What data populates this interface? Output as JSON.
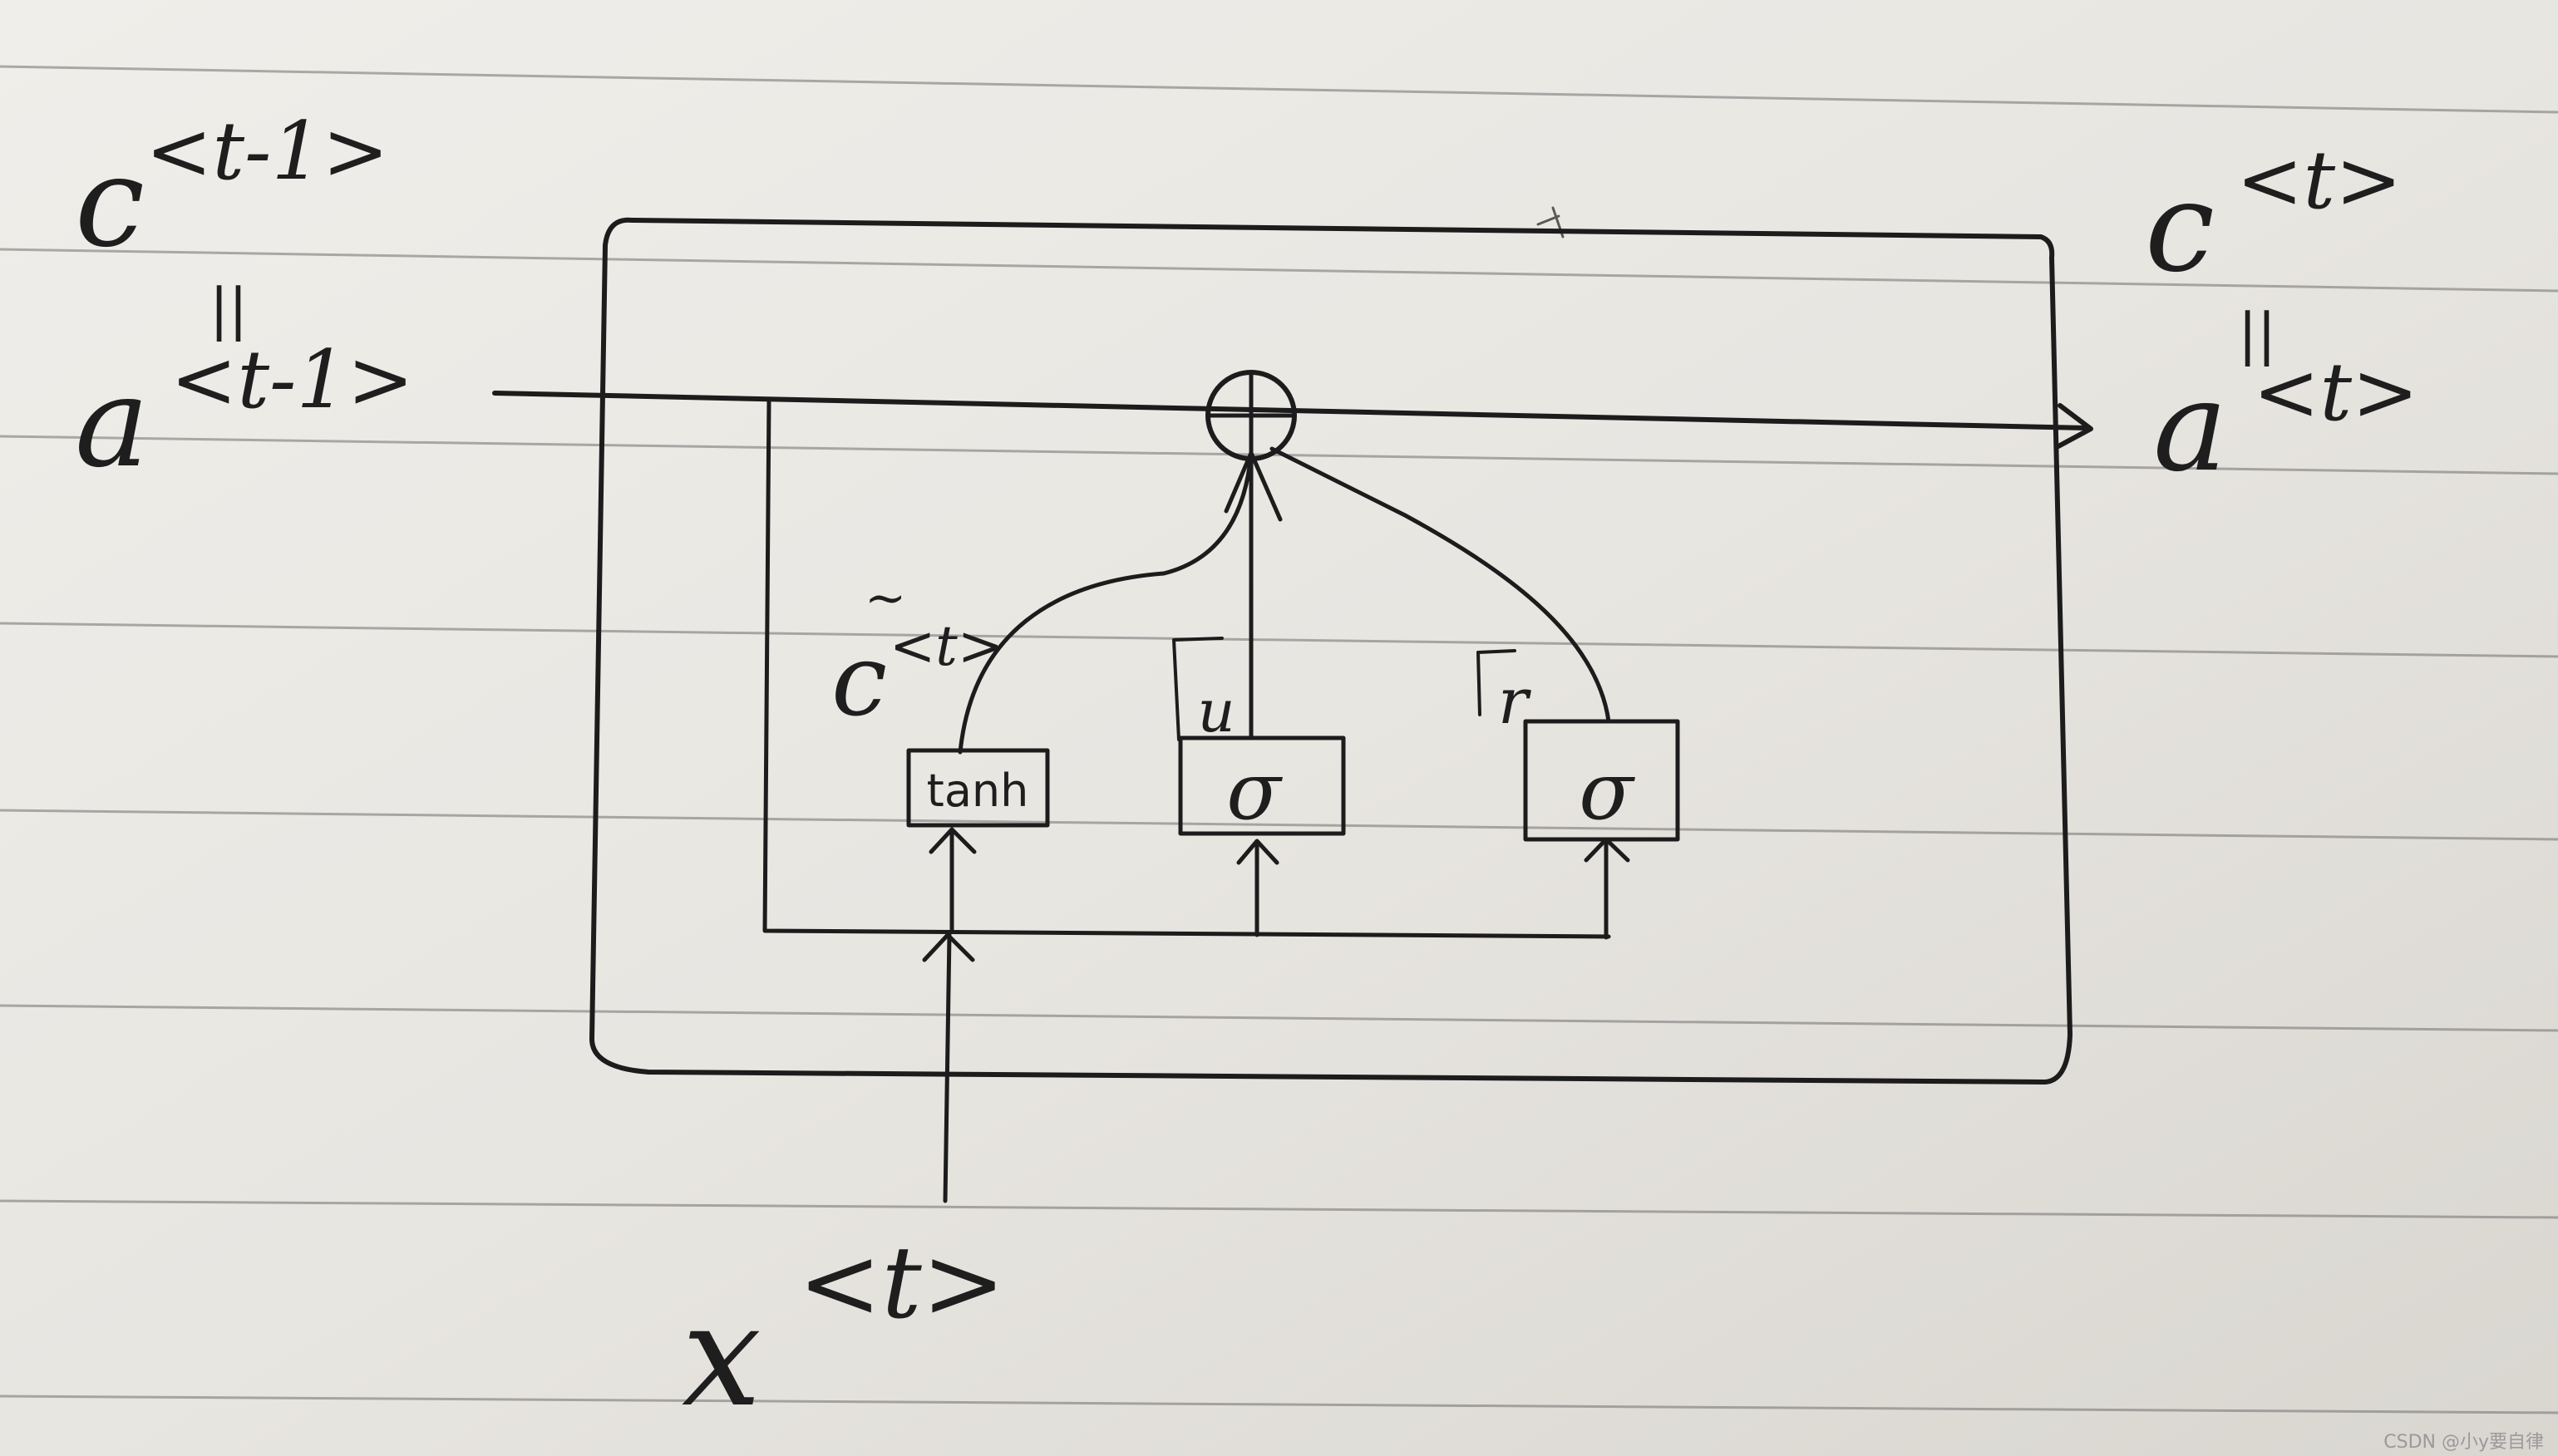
{
  "labels": {
    "c_prev": {
      "base": "c",
      "sup": "<t-1>"
    },
    "a_prev_eq": "||",
    "a_prev": {
      "base": "a",
      "sup": "<t-1>"
    },
    "c_next": {
      "base": "c",
      "sup": "<t>"
    },
    "a_next_eq": "||",
    "a_next": {
      "base": "a",
      "sup": "<t>"
    },
    "c_tilde": {
      "tilde": "~",
      "base": "c",
      "sup": "<t>"
    },
    "gate_u": "u",
    "gate_r": "r",
    "tanh_box": "tanh",
    "sigma_u": "σ",
    "sigma_r": "σ",
    "x_input": {
      "base": "x",
      "sup": "<t>"
    }
  },
  "watermark": "CSDN @小y要自律"
}
